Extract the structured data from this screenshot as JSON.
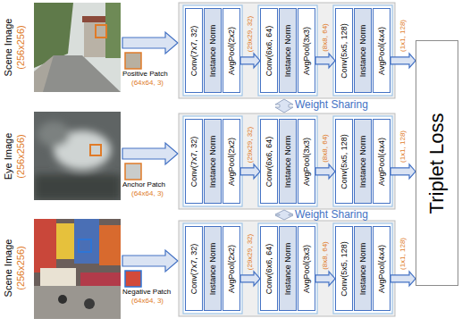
{
  "diagram": {
    "nodes": [
      {
        "text": [
          "Conv(7x7, 32)"
        ]
      },
      {
        "text": [
          "Instance Norm"
        ]
      },
      {
        "text": [
          "AvgPool(2x2)"
        ]
      },
      {
        "text": [
          "Conv(6x6, 64)"
        ]
      },
      {
        "text": [
          "Instance Norm"
        ]
      },
      {
        "text": [
          "AvgPool(3x3)"
        ]
      },
      {
        "text": [
          "Conv(5x5, 128)"
        ]
      },
      {
        "text": [
          "Instance Norm"
        ]
      },
      {
        "text": [
          "AvgPool(4x4)"
        ]
      },
      {
        "text": [
          "Conv(7x7, 32)"
        ]
      },
      {
        "text": [
          "Instance Norm"
        ]
      },
      {
        "text": [
          "AvgPool(2x2)"
        ]
      },
      {
        "text": [
          "Conv(6x6, 64)"
        ]
      },
      {
        "text": [
          "Instance Norm"
        ]
      },
      {
        "text": [
          "AvgPool(3x3)"
        ]
      },
      {
        "text": [
          "Conv(5x5, 128)"
        ]
      },
      {
        "text": [
          "Instance Norm"
        ]
      },
      {
        "text": [
          "AvgPool(4x4)"
        ]
      },
      {
        "text": [
          "Conv(7x7, 32)"
        ]
      },
      {
        "text": [
          "Instance Norm"
        ]
      },
      {
        "text": [
          "AvgPool(2x2)"
        ]
      },
      {
        "text": [
          "Conv(6x6, 64)"
        ]
      },
      {
        "text": [
          "Instance Norm"
        ]
      },
      {
        "text": [
          "AvgPool(3x3)"
        ]
      },
      {
        "text": [
          "Conv(5x5, 128)"
        ]
      },
      {
        "text": [
          "Instance Norm"
        ]
      },
      {
        "text": [
          "AvgPool(4x4)"
        ]
      },
      {
        "text": [
          "Triplet Loss"
        ]
      }
    ],
    "edges": [
      {
        "from": 2,
        "to": 3,
        "arrow": "to",
        "label": "(29x29, 32)"
      },
      {
        "from": 5,
        "to": 6,
        "arrow": "to",
        "label": "(8x8, 64)"
      },
      {
        "from": 8,
        "to": 27,
        "arrow": "to",
        "label": "(1x1, 128)"
      },
      {
        "from": 11,
        "to": 12,
        "arrow": "to",
        "label": "(29x29, 32)"
      },
      {
        "from": 14,
        "to": 15,
        "arrow": "to",
        "label": "(8x8, 64)"
      },
      {
        "from": 17,
        "to": 27,
        "arrow": "to",
        "label": "(1x1, 128)"
      },
      {
        "from": 20,
        "to": 21,
        "arrow": "to",
        "label": "(29x29, 32)"
      },
      {
        "from": 23,
        "to": 24,
        "arrow": "to",
        "label": "(8x8, 64)"
      },
      {
        "from": 26,
        "to": 27,
        "arrow": "to",
        "label": "(1x1, 128)"
      }
    ],
    "labels": [
      "Scene Image",
      "(256x256)",
      "Positive Patch",
      "(64x64, 3)",
      "Eye Image",
      "(256x256)",
      "Anchor Patch",
      "(64x64, 3)",
      "Scene Image",
      "(256x256)",
      "Negative Patch",
      "(64x64, 3)",
      "Weight Sharing",
      "Weight Sharing"
    ]
  }
}
